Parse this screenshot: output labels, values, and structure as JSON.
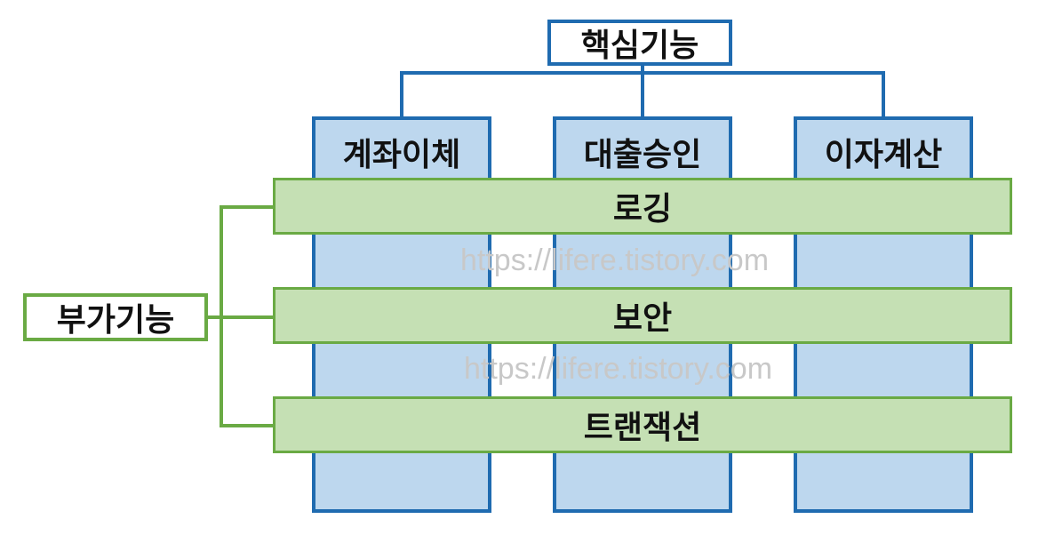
{
  "core": {
    "title": "핵심기능",
    "items": [
      "계좌이체",
      "대출승인",
      "이자계산"
    ]
  },
  "addon": {
    "title": "부가기능",
    "items": [
      "로깅",
      "보안",
      "트랜잭션"
    ]
  },
  "watermarks": [
    "https://lifere.tistory.com",
    "https://lifere.tistory.com"
  ],
  "colors": {
    "core_border": "#1f6bb0",
    "core_fill": "#bdd7ee",
    "addon_border": "#6aaa44",
    "addon_fill": "#c5e0b4"
  }
}
